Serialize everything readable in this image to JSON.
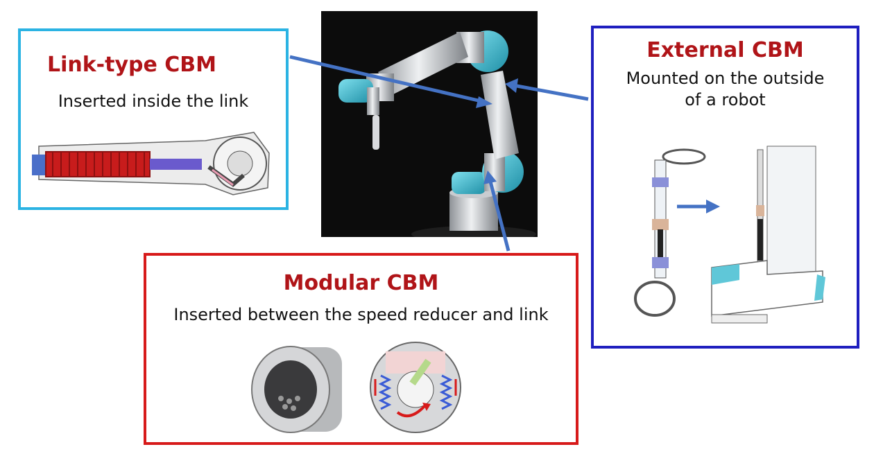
{
  "panels": {
    "link_type": {
      "title": "Link-type CBM",
      "description": "Inserted inside the link"
    },
    "external": {
      "title": "External CBM",
      "description_line1": "Mounted on the outside",
      "description_line2": "of a robot"
    },
    "modular": {
      "title": "Modular CBM",
      "description": "Inserted between the speed reducer and link"
    }
  },
  "colors": {
    "link_border": "#2bb3e3",
    "external_border": "#1f1fbf",
    "modular_border": "#d71a1a",
    "title_text": "#b01418",
    "arrow": "#4472c4",
    "robot_accent": "#3bb9cf"
  }
}
